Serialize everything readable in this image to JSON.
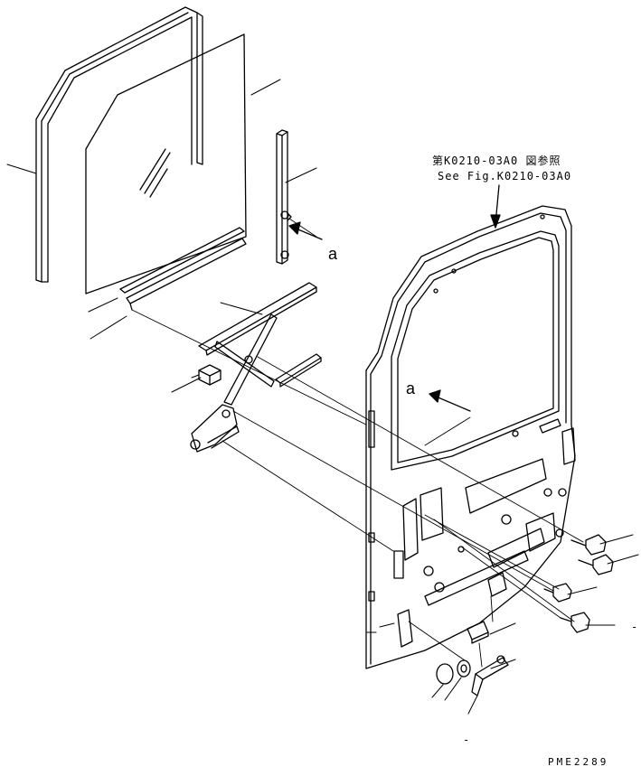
{
  "reference": {
    "jp": "第K0210-03A0 図参照",
    "en": "See Fig.K0210-03A0"
  },
  "callouts": {
    "upper": "a",
    "lower": "a"
  },
  "drawing_code": "PME2289",
  "small_marks": {
    "right": "-",
    "bottom": "-"
  }
}
